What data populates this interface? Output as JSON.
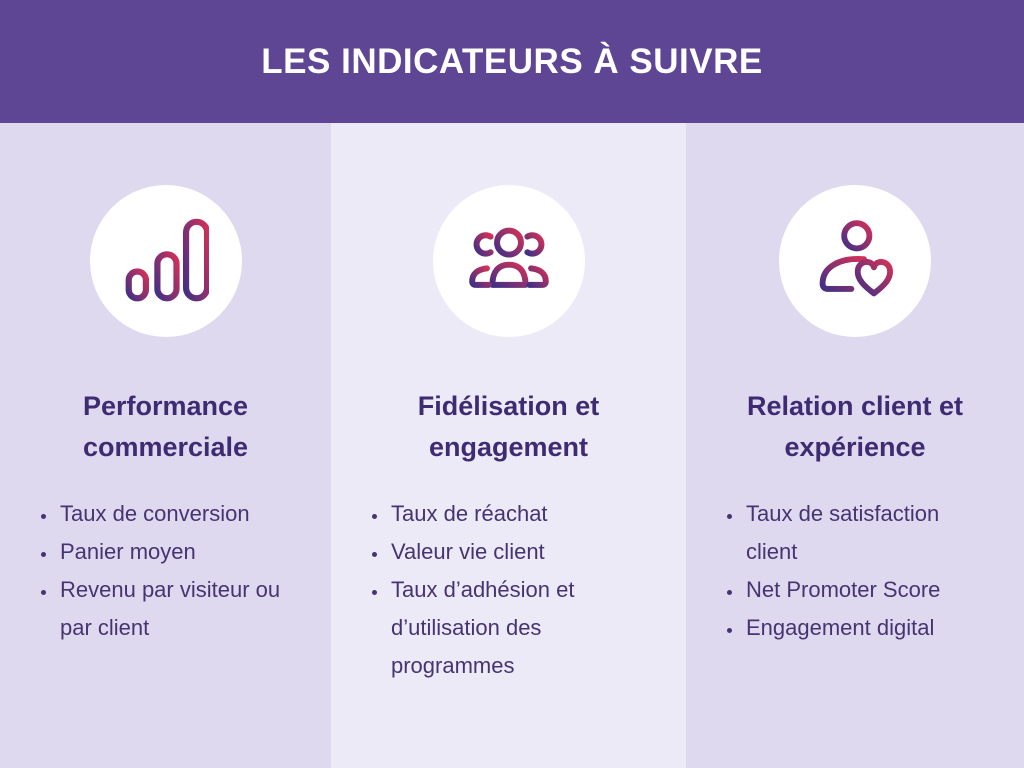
{
  "header": {
    "title": "LES INDICATEURS À SUIVRE"
  },
  "columns": [
    {
      "icon": "bar-chart-icon",
      "heading": "Performance commerciale",
      "items": [
        "Taux de conversion",
        "Panier moyen",
        "Revenu par visiteur ou par client"
      ]
    },
    {
      "icon": "team-icon",
      "heading": "Fidélisation et engagement",
      "items": [
        "Taux de réachat",
        "Valeur vie client",
        "Taux d’adhésion et d’utilisation des programmes"
      ]
    },
    {
      "icon": "person-heart-icon",
      "heading": "Relation client et expérience",
      "items": [
        "Taux de satisfaction client",
        "Net Promoter Score",
        "Engagement digital"
      ]
    }
  ],
  "colors": {
    "header_bg": "#5F4694",
    "column_bg": "#DFD9EF",
    "column_bg_alt": "#EDEAF8",
    "heading_text": "#3E2B72",
    "body_text": "#463471",
    "circle_bg": "#FFFFFF",
    "title_text": "#FFFFFF",
    "icon_gradient_start": "#412F86",
    "icon_gradient_end": "#D23158"
  }
}
